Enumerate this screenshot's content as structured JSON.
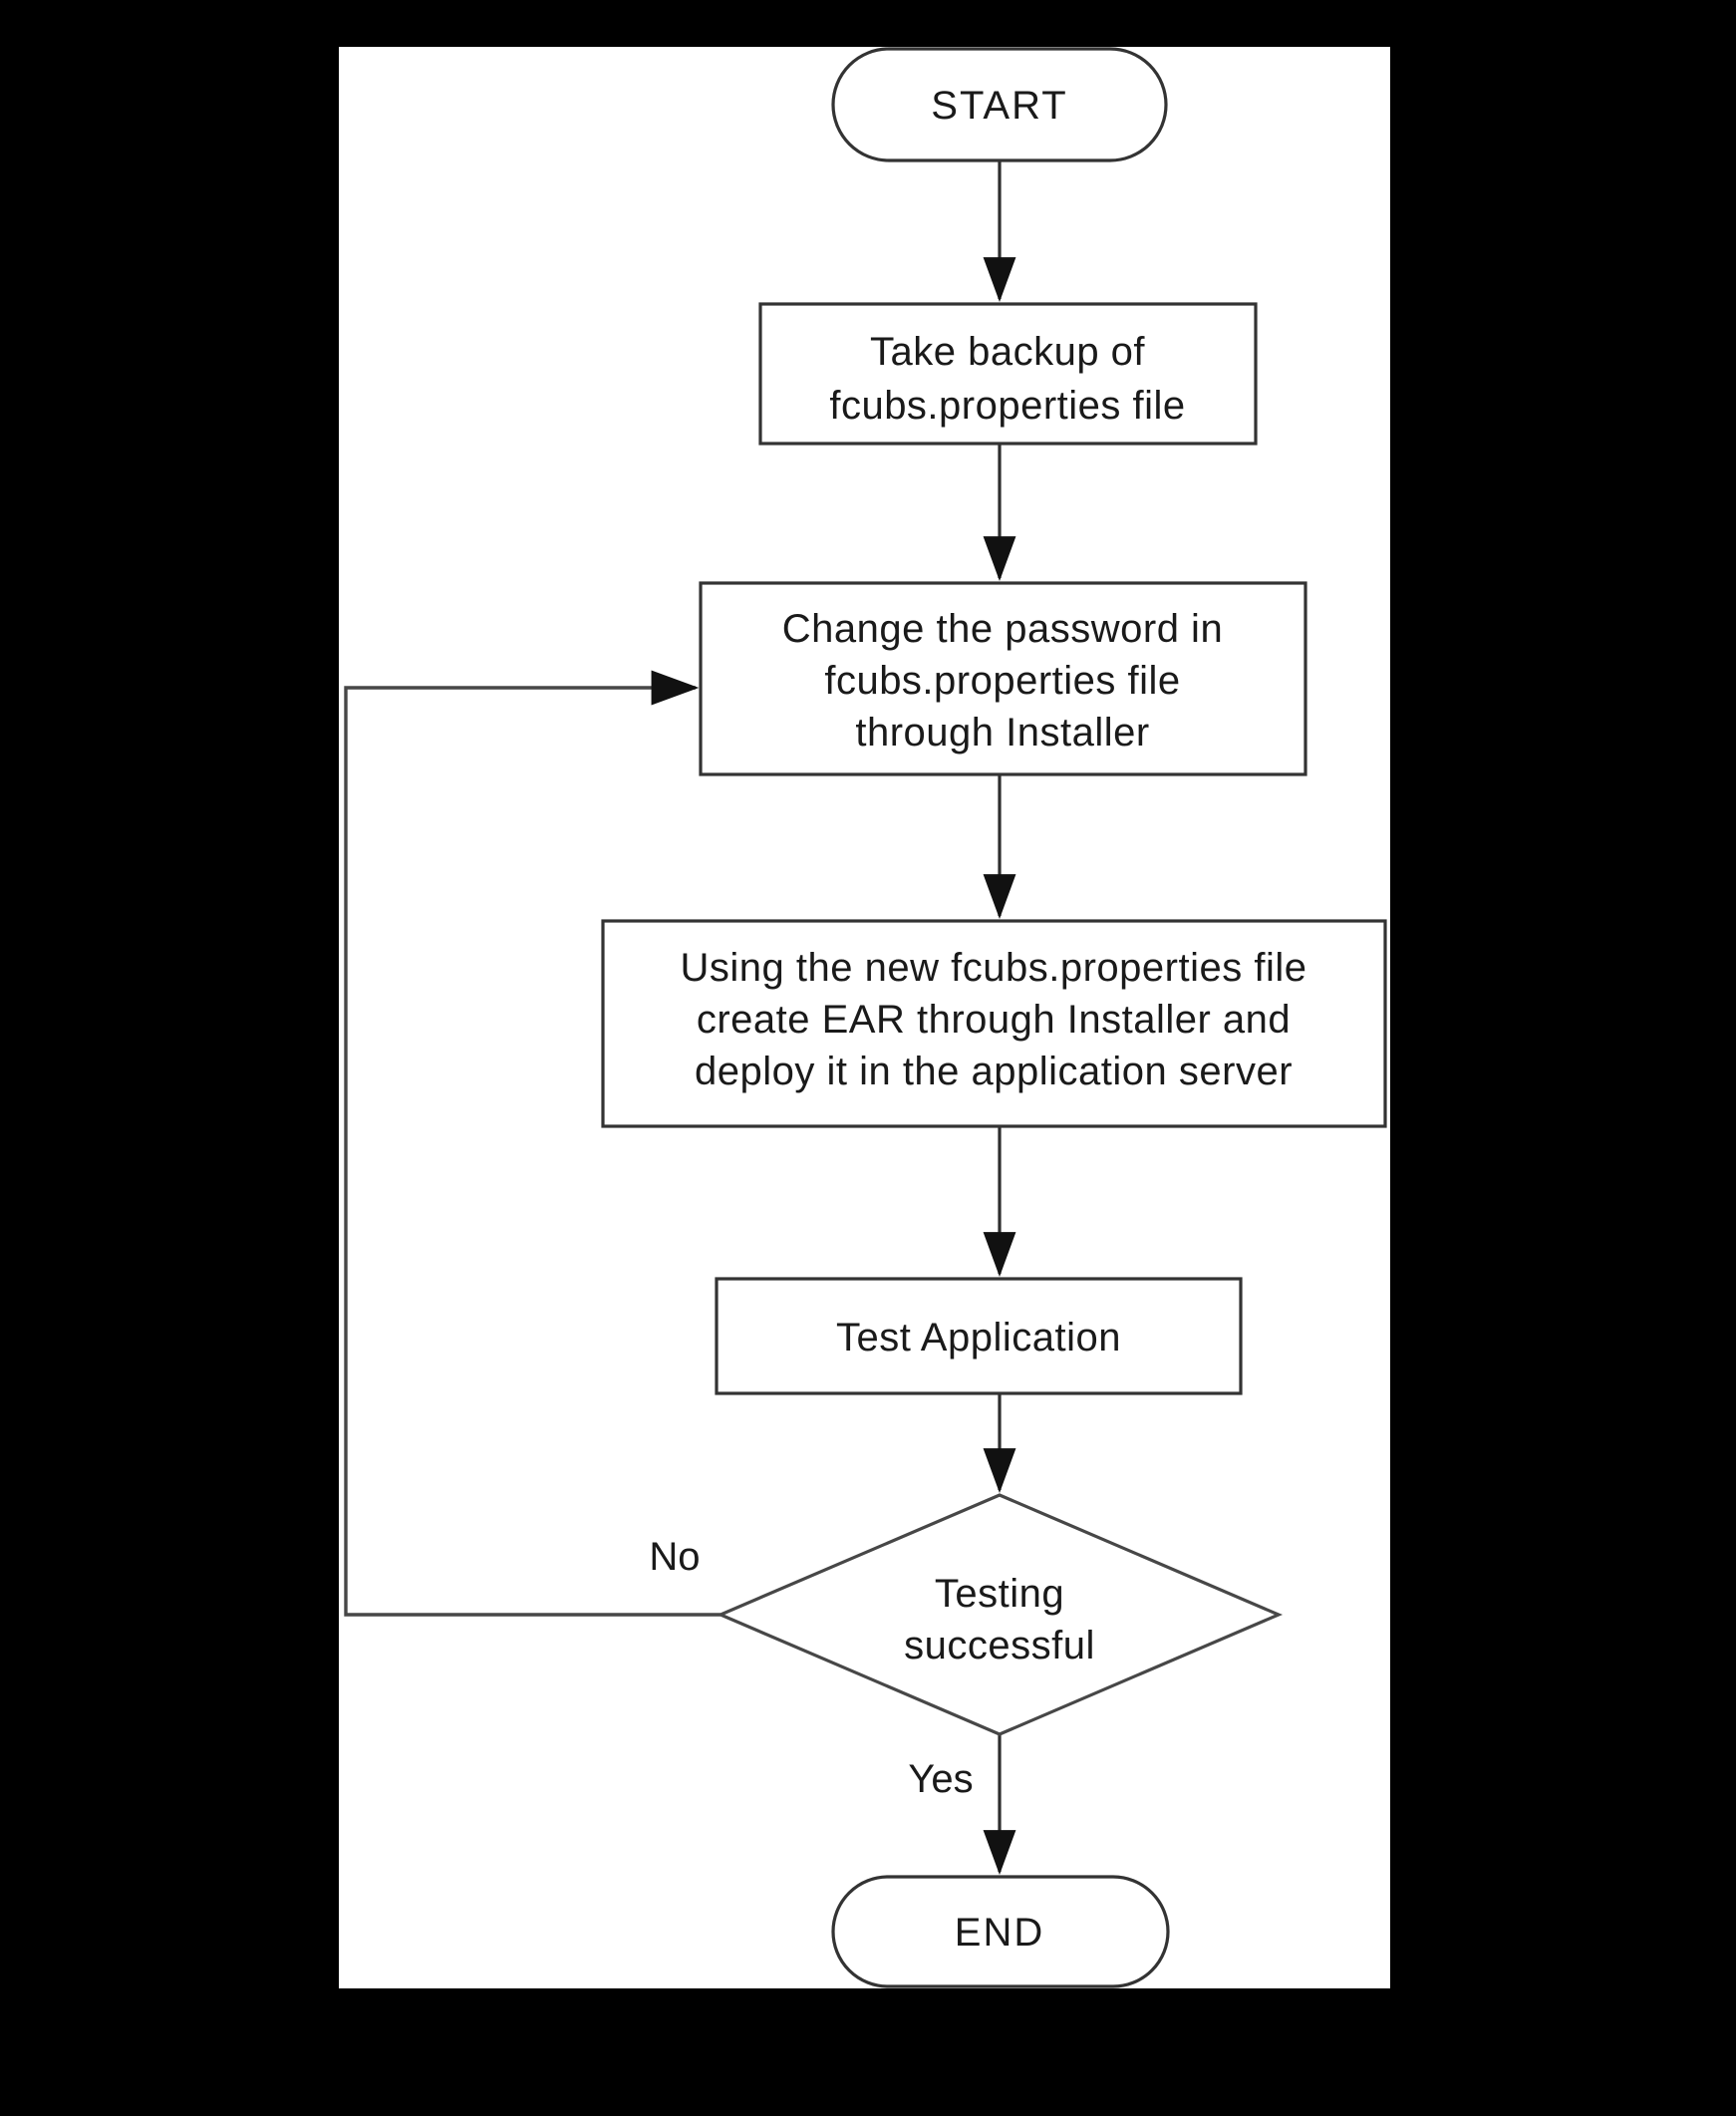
{
  "colors": {
    "background": "#000000",
    "canvas": "#ffffff",
    "stroke": "#333333",
    "text": "#1a1a1a"
  },
  "flowchart": {
    "start": {
      "label": "START"
    },
    "steps": {
      "backup": {
        "lines": [
          "Take backup of",
          "fcubs.properties file"
        ]
      },
      "change_password": {
        "lines": [
          "Change the password in",
          "fcubs.properties file",
          "through Installer"
        ]
      },
      "create_ear": {
        "lines": [
          "Using the new fcubs.properties file",
          "create EAR through Installer and",
          "deploy it in the application server"
        ]
      },
      "test": {
        "label": "Test Application"
      }
    },
    "decision": {
      "lines": [
        "Testing",
        "successful"
      ],
      "no_label": "No",
      "yes_label": "Yes"
    },
    "end": {
      "label": "END"
    }
  }
}
